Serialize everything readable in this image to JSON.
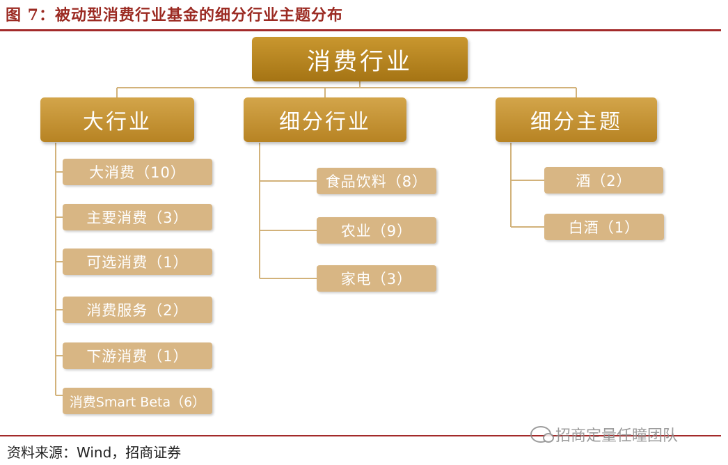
{
  "figure_title": "图 7：被动型消费行业基金的细分行业主题分布",
  "root": "消费行业",
  "groups": [
    {
      "label": "大行业",
      "items": [
        "大消费（10）",
        "主要消费（3）",
        "可选消费（1）",
        "消费服务（2）",
        "下游消费（1）",
        "消费Smart Beta（6）"
      ]
    },
    {
      "label": "细分行业",
      "items": [
        "食品饮料（8）",
        "农业（9）",
        "家电（3）"
      ]
    },
    {
      "label": "细分主题",
      "items": [
        "酒（2）",
        "白酒（1）"
      ]
    }
  ],
  "source": "资料来源：Wind，招商证券",
  "watermark": "招商定量任瞳团队",
  "colors": {
    "accent_rule": "#a32a2a",
    "root_box": "#b8862a",
    "category_box": "#c4952f",
    "leaf_box": "#d8b684",
    "connector": "#d2b27a"
  }
}
